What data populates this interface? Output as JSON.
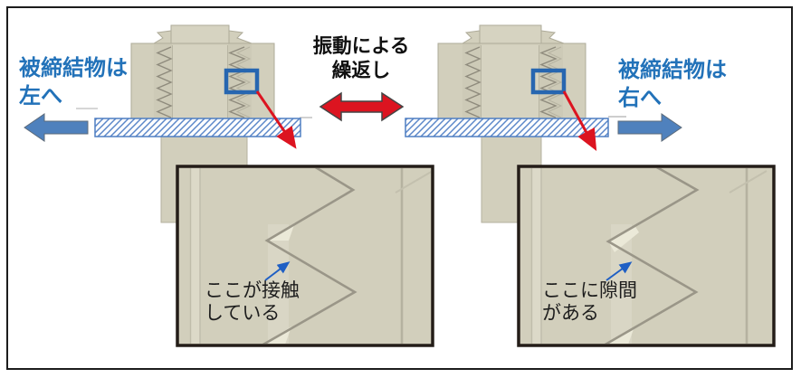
{
  "labels": {
    "left_object": {
      "line1": "被締結物は",
      "line2": "左へ"
    },
    "right_object": {
      "line1": "被締結物は",
      "line2": "右へ"
    },
    "vibration": {
      "line1": "振動による",
      "line2": "繰返し"
    },
    "left_detail": {
      "line1": "ここが接触",
      "line2": "している"
    },
    "right_detail": {
      "line1": "ここに隙間",
      "line2": "がある"
    }
  },
  "colors": {
    "label_blue": "#2272b9",
    "motion_arrow_blue": "#4f81bd",
    "vibration_arrow_red": "#dc1420",
    "metal_beige": "#d2cfbc",
    "plate_hatch_blue": "#4f7ec2",
    "highlight_box_blue": "#2766b0",
    "detail_box_border": "#241d18",
    "thread_line_gray": "#8f8b7d"
  }
}
